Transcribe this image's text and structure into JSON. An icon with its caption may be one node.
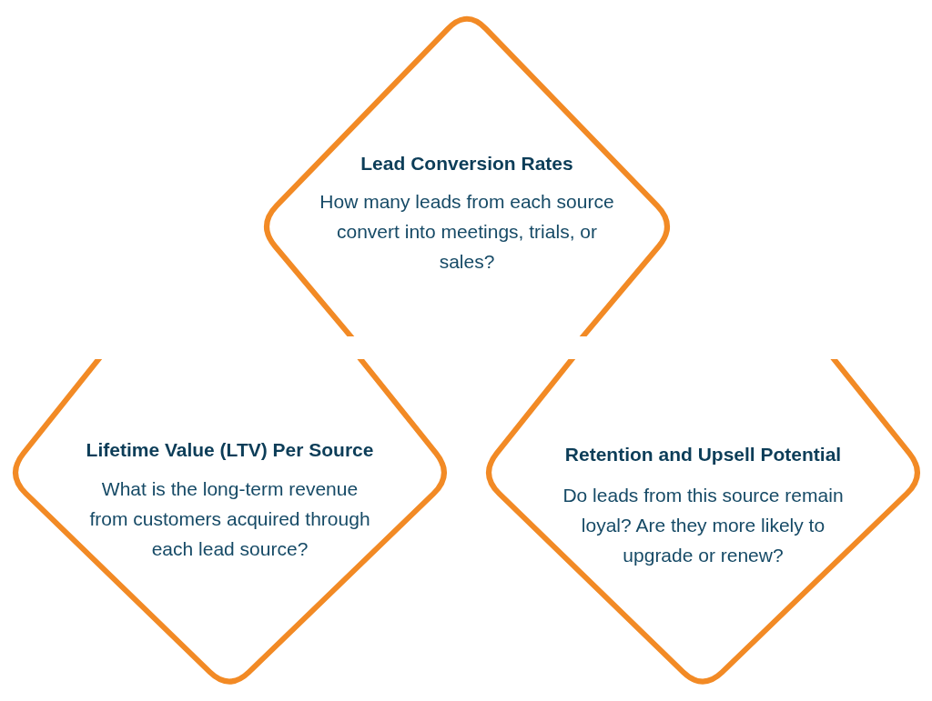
{
  "diagram": {
    "nodes": [
      {
        "text": [
          "Lead Conversion Rates",
          "How many leads from each source convert into meetings, trials, or sales?"
        ]
      },
      {
        "text": [
          "Lifetime Value (LTV) Per Source",
          "What is the long-term revenue from customers acquired through each lead source?"
        ]
      },
      {
        "text": [
          "Retention and Upsell Potential",
          "Do leads from this source remain loyal? Are they more likely to upgrade or renew?"
        ]
      }
    ],
    "edges": []
  }
}
